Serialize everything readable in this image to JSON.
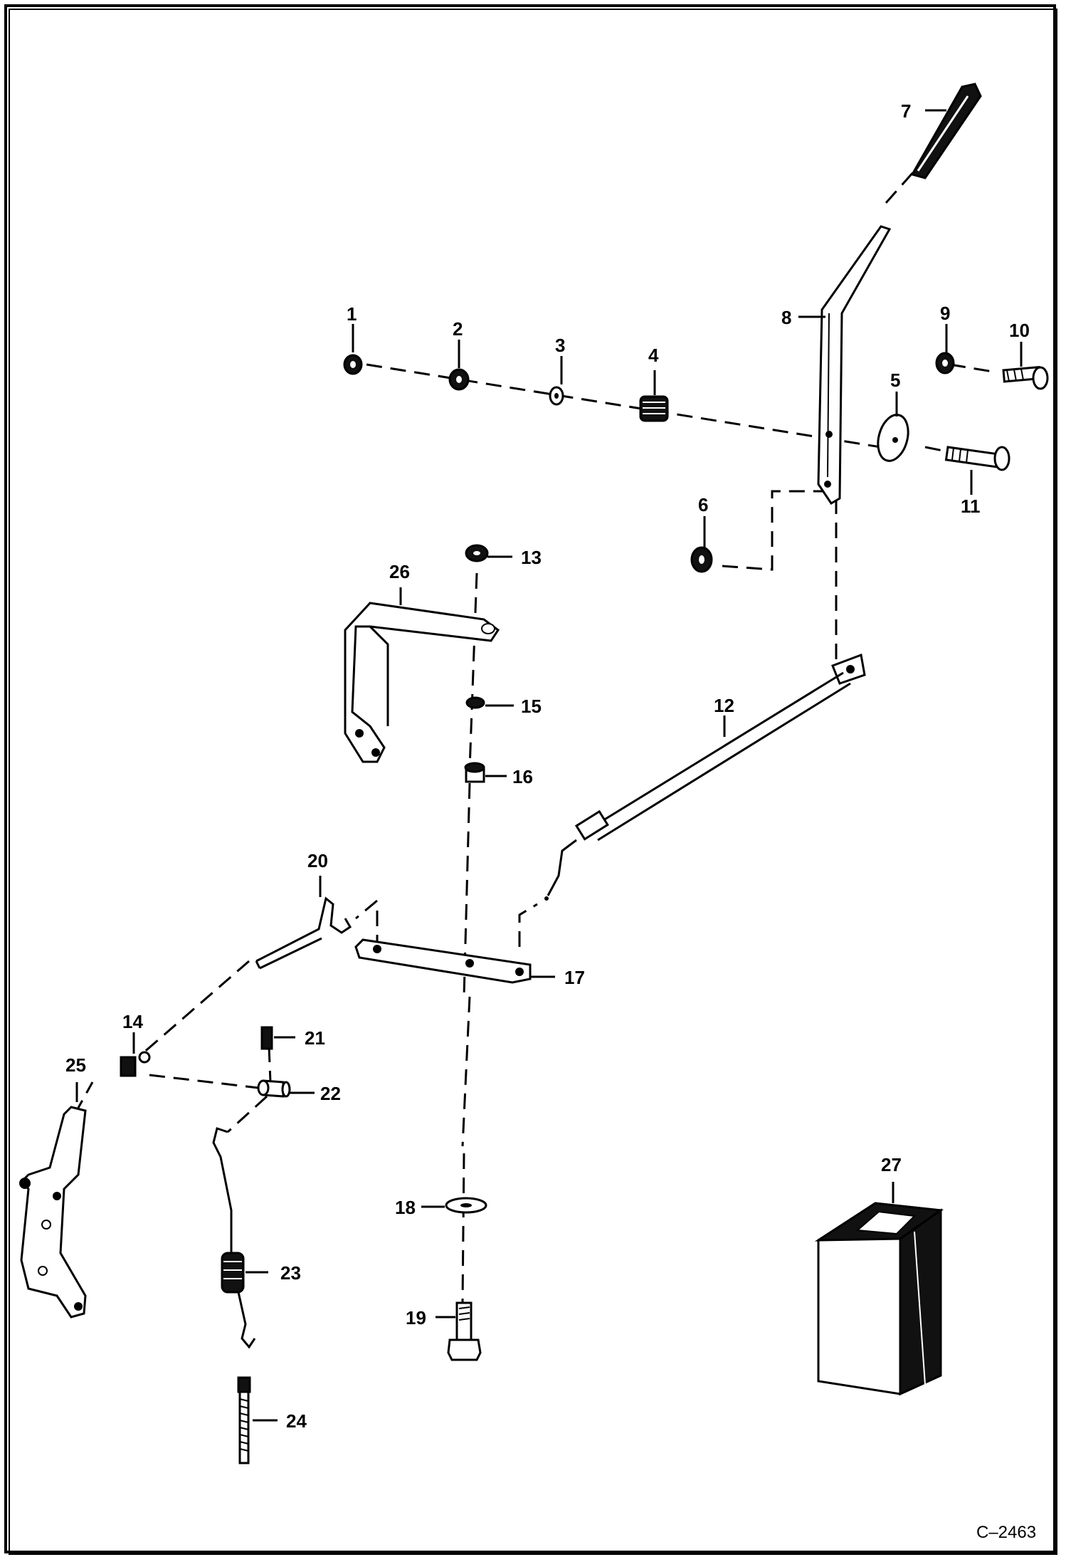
{
  "drawing_code": "C–2463",
  "callouts": {
    "c1": "1",
    "c2": "2",
    "c3": "3",
    "c4": "4",
    "c5": "5",
    "c6": "6",
    "c7": "7",
    "c8": "8",
    "c9": "9",
    "c10": "10",
    "c11": "11",
    "c12": "12",
    "c13": "13",
    "c14": "14",
    "c15": "15",
    "c16": "16",
    "c17": "17",
    "c18": "18",
    "c19": "19",
    "c20": "20",
    "c21": "21",
    "c22": "22",
    "c23": "23",
    "c24": "24",
    "c25": "25",
    "c26": "26",
    "c27": "27"
  }
}
